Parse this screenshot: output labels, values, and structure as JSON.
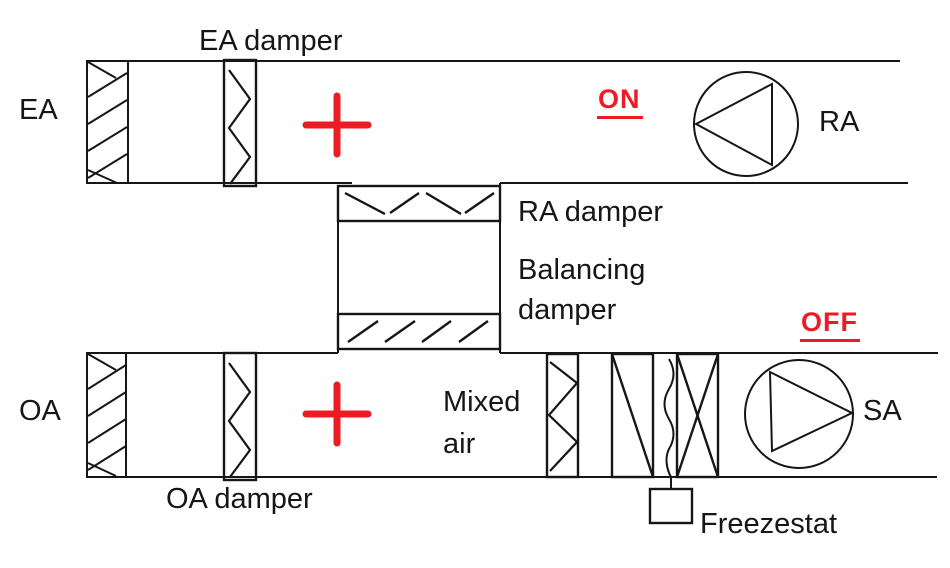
{
  "colors": {
    "accent_red": "#ED1C24",
    "line_black": "#161616"
  },
  "diagram": {
    "exhaust_air_duct": {
      "stream_label": "EA",
      "damper_label": "EA damper",
      "fan_label": "RA",
      "fan_status": "ON"
    },
    "recirculation_duct": {
      "ra_damper_label": "RA damper",
      "balancing_damper_line1": "Balancing",
      "balancing_damper_line2": "damper"
    },
    "outside_air_duct": {
      "stream_label": "OA",
      "damper_label": "OA damper",
      "mixed_air_line1": "Mixed",
      "mixed_air_line2": "air",
      "fan_label": "SA",
      "fan_status": "OFF"
    },
    "freezestat_label": "Freezestat"
  }
}
